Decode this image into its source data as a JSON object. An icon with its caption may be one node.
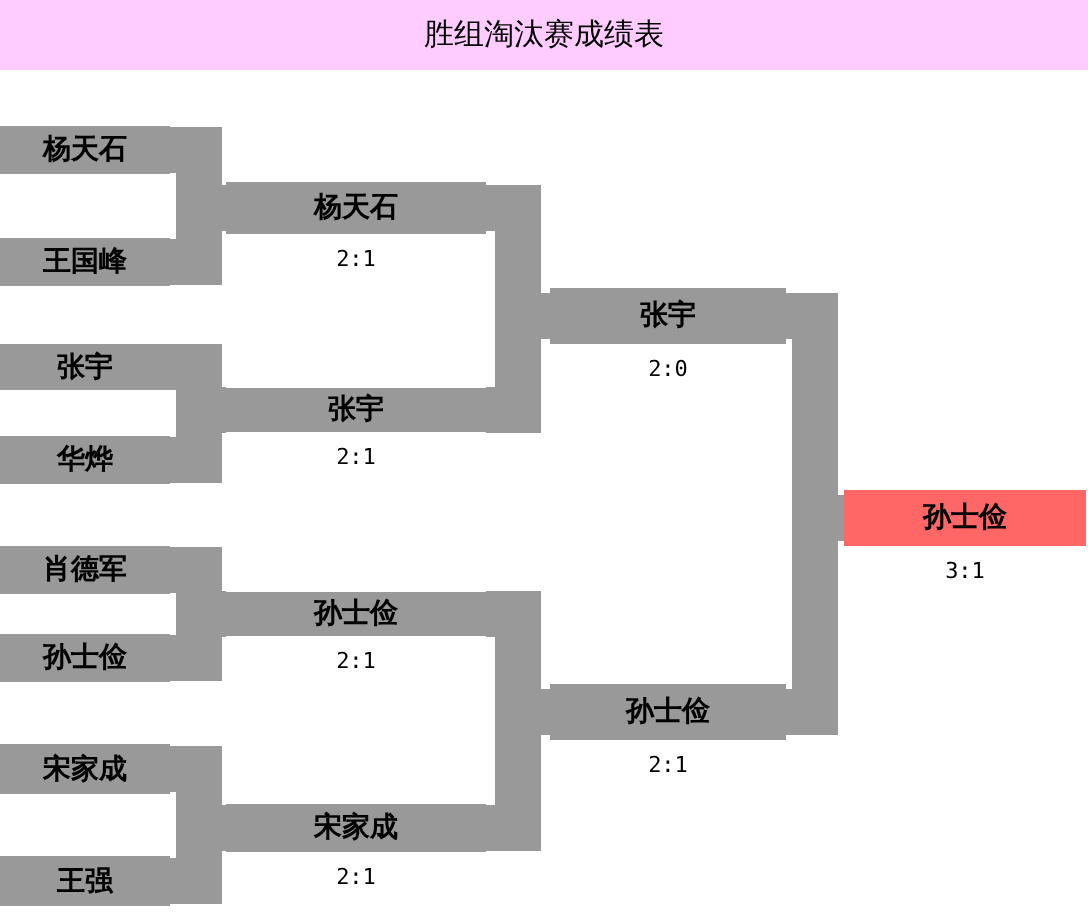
{
  "diagram": {
    "title": "胜组淘汰赛成绩表",
    "nodes": [
      {
        "text": [
          "杨天石"
        ]
      },
      {
        "text": [
          "王国峰"
        ]
      },
      {
        "text": [
          "张宇"
        ]
      },
      {
        "text": [
          "华烨"
        ]
      },
      {
        "text": [
          "肖德军"
        ]
      },
      {
        "text": [
          "孙士俭"
        ]
      },
      {
        "text": [
          "宋家成"
        ]
      },
      {
        "text": [
          "王强"
        ]
      },
      {
        "text": [
          "杨天石"
        ],
        "beside": [
          "2:1"
        ]
      },
      {
        "text": [
          "张宇"
        ],
        "beside": [
          "2:1"
        ]
      },
      {
        "text": [
          "孙士俭"
        ],
        "beside": [
          "2:1"
        ]
      },
      {
        "text": [
          "宋家成"
        ],
        "beside": [
          "2:1"
        ]
      },
      {
        "text": [
          "张宇"
        ],
        "beside": [
          "2:0"
        ]
      },
      {
        "text": [
          "孙士俭"
        ],
        "beside": [
          "2:1"
        ]
      },
      {
        "text": [
          "孙士俭"
        ],
        "beside": [
          "3:1"
        ]
      }
    ],
    "edges": [
      {
        "from": 0,
        "to": 8,
        "arrow": "none"
      },
      {
        "from": 1,
        "to": 8,
        "arrow": "none"
      },
      {
        "from": 2,
        "to": 9,
        "arrow": "none"
      },
      {
        "from": 3,
        "to": 9,
        "arrow": "none"
      },
      {
        "from": 4,
        "to": 10,
        "arrow": "none"
      },
      {
        "from": 5,
        "to": 10,
        "arrow": "none"
      },
      {
        "from": 6,
        "to": 11,
        "arrow": "none"
      },
      {
        "from": 7,
        "to": 11,
        "arrow": "none"
      },
      {
        "from": 8,
        "to": 12,
        "arrow": "none"
      },
      {
        "from": 9,
        "to": 12,
        "arrow": "none"
      },
      {
        "from": 10,
        "to": 13,
        "arrow": "none"
      },
      {
        "from": 11,
        "to": 13,
        "arrow": "none"
      },
      {
        "from": 12,
        "to": 14,
        "arrow": "none"
      },
      {
        "from": 13,
        "to": 14,
        "arrow": "none",
        "color": "#999999"
      }
    ]
  }
}
